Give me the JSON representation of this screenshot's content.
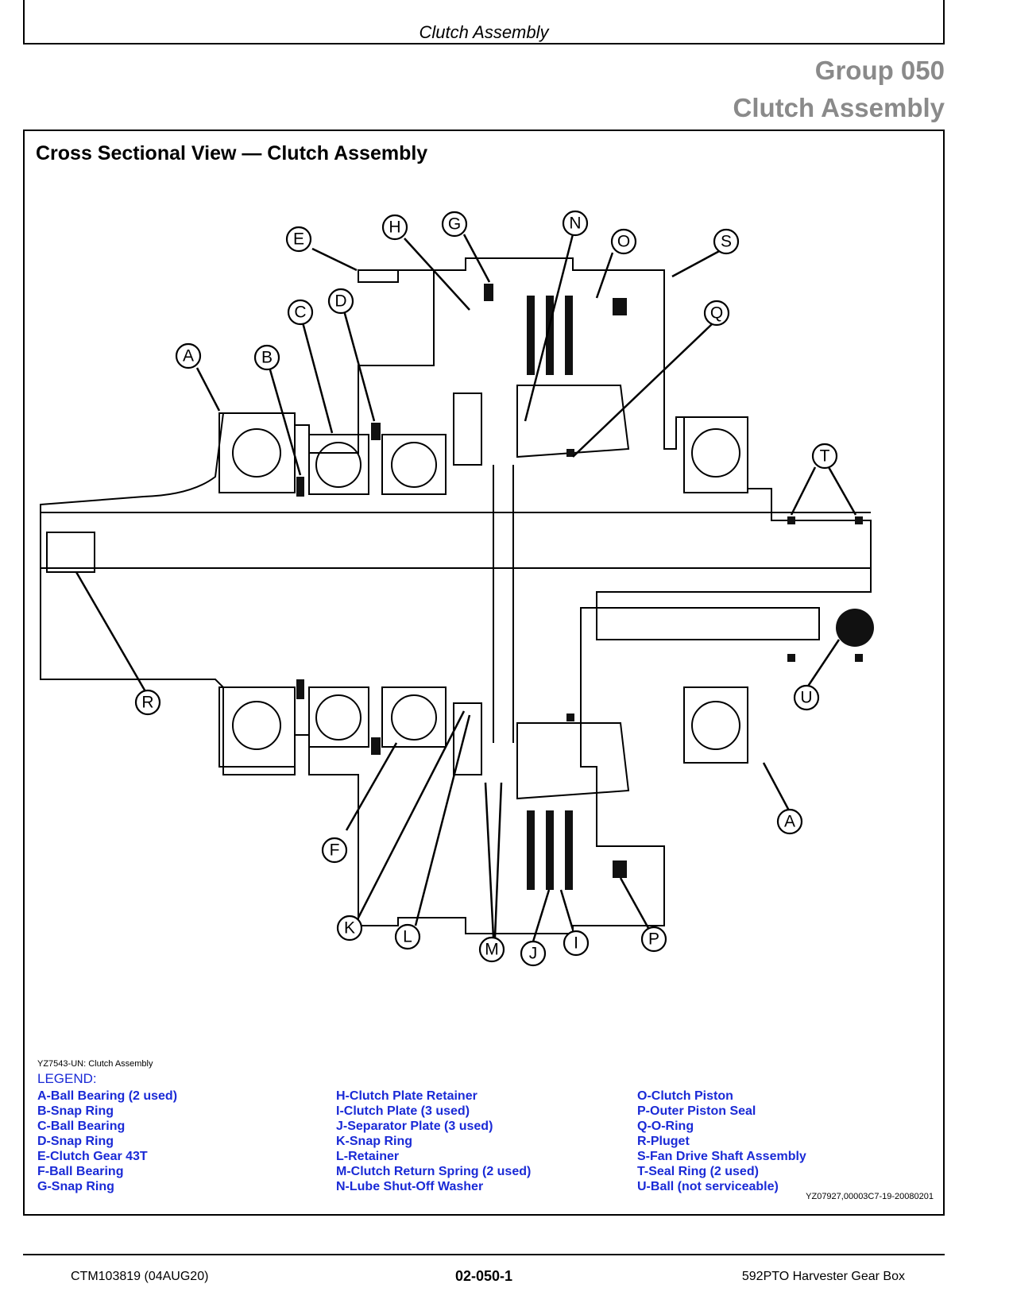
{
  "header": {
    "title": "Clutch Assembly"
  },
  "group": {
    "number": "Group 050",
    "name": "Clutch Assembly"
  },
  "figure": {
    "title": "Cross Sectional View — Clutch Assembly",
    "caption": "YZ7543-UN: Clutch Assembly",
    "id": "YZ07927,00003C7-19-20080201",
    "callouts": [
      "A",
      "B",
      "C",
      "D",
      "E",
      "F",
      "G",
      "H",
      "I",
      "J",
      "K",
      "L",
      "M",
      "N",
      "O",
      "P",
      "Q",
      "R",
      "S",
      "T",
      "U"
    ]
  },
  "legend": {
    "heading": "LEGEND:",
    "col1": [
      "A-Ball Bearing (2 used)",
      "B-Snap Ring",
      "C-Ball Bearing",
      "D-Snap Ring",
      "E-Clutch Gear 43T",
      "F-Ball Bearing",
      "G-Snap Ring"
    ],
    "col2": [
      "H-Clutch Plate Retainer",
      "I-Clutch Plate (3 used)",
      "J-Separator Plate (3 used)",
      "K-Snap Ring",
      "L-Retainer",
      "M-Clutch Return Spring (2 used)",
      "N-Lube Shut-Off Washer"
    ],
    "col3": [
      "O-Clutch Piston",
      "P-Outer Piston Seal",
      "Q-O-Ring",
      "R-Pluget",
      "S-Fan Drive Shaft Assembly",
      "T-Seal Ring (2 used)",
      "U-Ball (not serviceable)"
    ]
  },
  "footer": {
    "doc": "CTM103819 (04AUG20)",
    "page": "02-050-1",
    "product": "592PTO Harvester Gear Box"
  }
}
